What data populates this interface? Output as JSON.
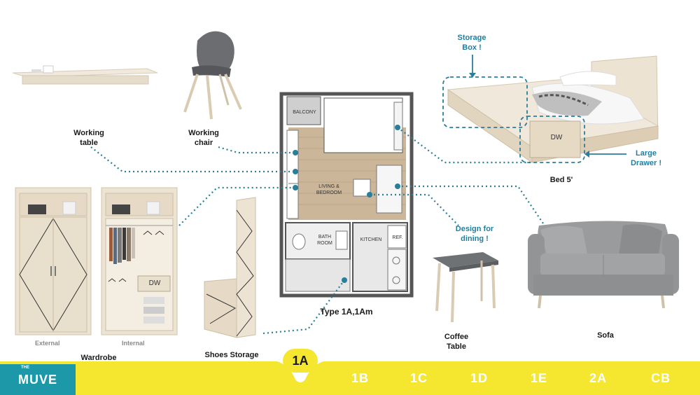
{
  "labels": {
    "storage_box": "Storage\nBox !",
    "large_drawer": "Large\nDrawer !",
    "bed": "Bed 5'",
    "working_table": "Working\ntable",
    "working_chair": "Working\nchair",
    "design_dining": "Design for\ndining !",
    "sofa": "Sofa",
    "coffee_table": "Coffee\nTable",
    "wardrobe": "Wardrobe",
    "wardrobe_external": "External",
    "wardrobe_internal": "Internal",
    "shoes_storage": "Shoes Storage",
    "type": "Type  1A,1Am",
    "dw_bed": "DW",
    "dw_wardrobe": "DW"
  },
  "plan": {
    "balcony": "BALCONY",
    "living": "LIVING &\nBEDROOM",
    "bath": "BATH\nROOM",
    "kitchen": "KITCHEN",
    "ref": "REF."
  },
  "nav": {
    "logo_small": "THE",
    "logo": "MUVE",
    "active_tab": "1A",
    "tabs": [
      "1B",
      "1C",
      "1D",
      "1E",
      "2A",
      "CB"
    ]
  },
  "colors": {
    "accent_yellow": "#f5e630",
    "logo_teal": "#1d98a8",
    "dotted_line": "#2a7e9a",
    "wood": "#e3d6c2"
  }
}
